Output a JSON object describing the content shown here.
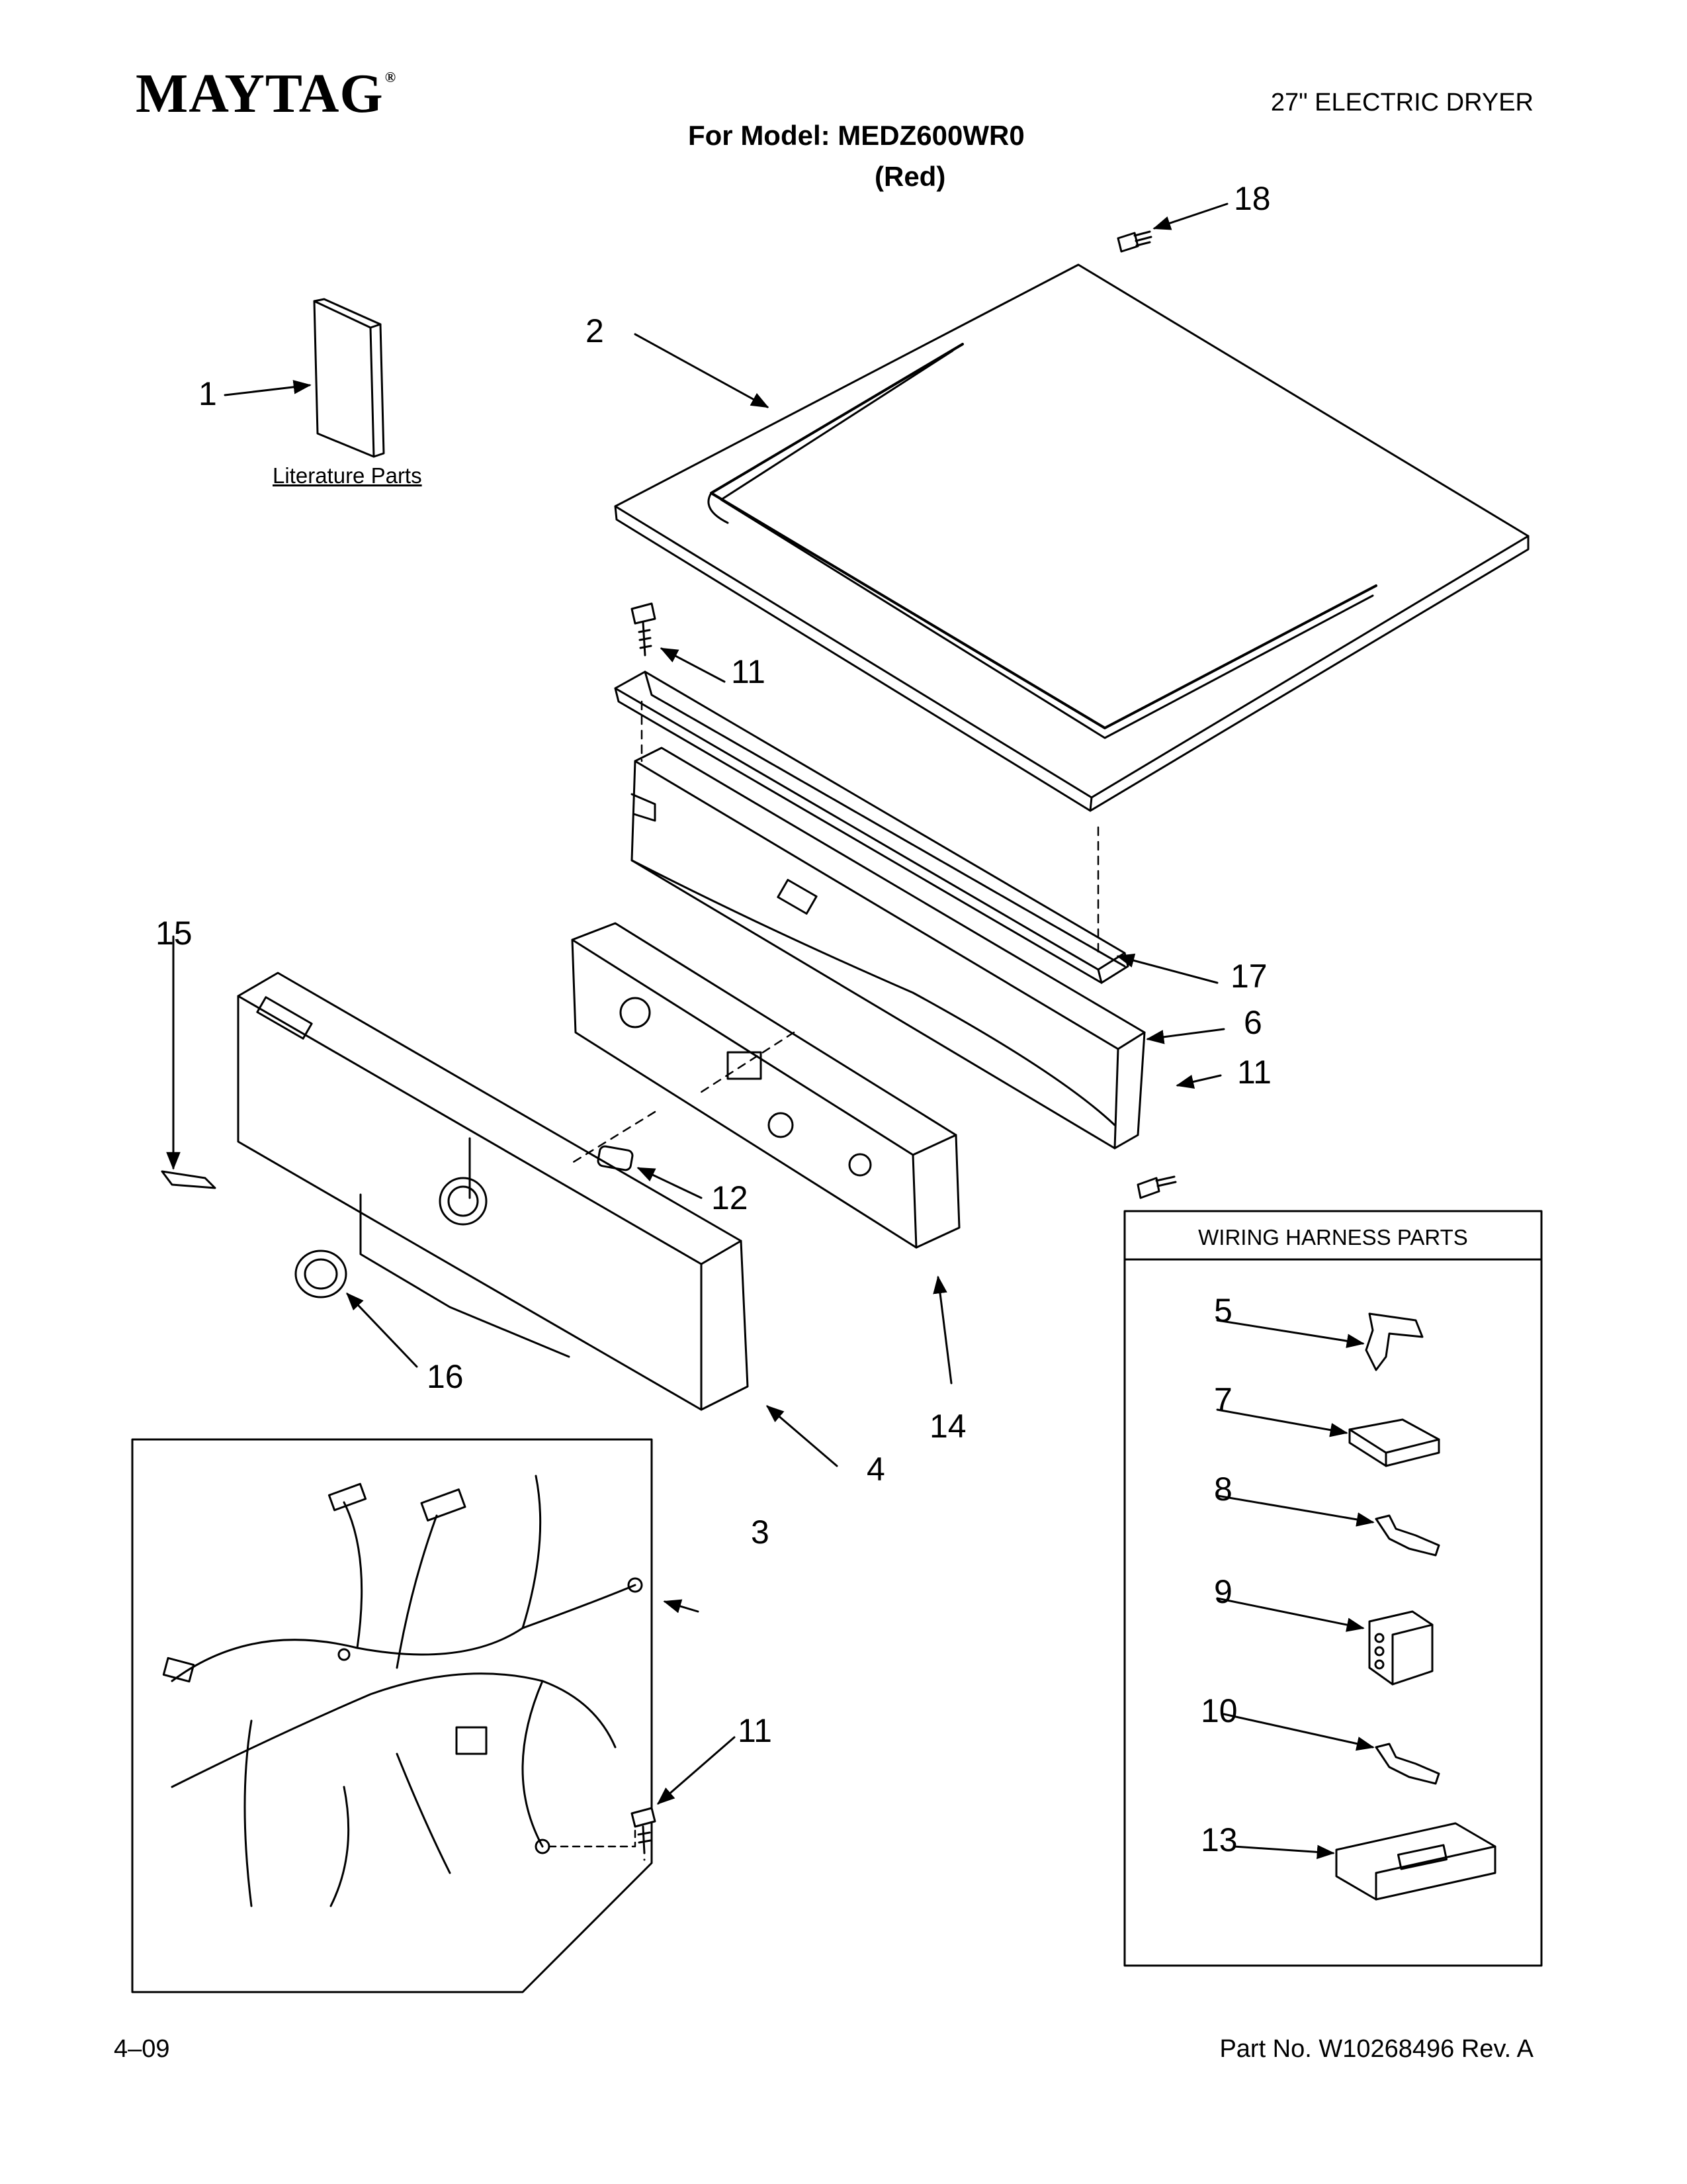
{
  "header": {
    "brand": "MAYTAG",
    "brand_mark": "®",
    "product": "27\" ELECTRIC DRYER",
    "model_line": "For Model: MEDZ600WR0",
    "variant": "(Red)"
  },
  "labels": {
    "literature_parts": "Literature Parts",
    "wiring_harness_parts": "WIRING HARNESS PARTS"
  },
  "callouts": {
    "c1": "1",
    "c2": "2",
    "c3": "3",
    "c4": "4",
    "c5": "5",
    "c6": "6",
    "c7": "7",
    "c8": "8",
    "c9": "9",
    "c10": "10",
    "c11a": "11",
    "c11b": "11",
    "c11c": "11",
    "c12": "12",
    "c13": "13",
    "c14": "14",
    "c15": "15",
    "c16": "16",
    "c17": "17",
    "c18": "18"
  },
  "footer": {
    "date": "4–09",
    "part_number": "Part No. W10268496 Rev. A"
  }
}
